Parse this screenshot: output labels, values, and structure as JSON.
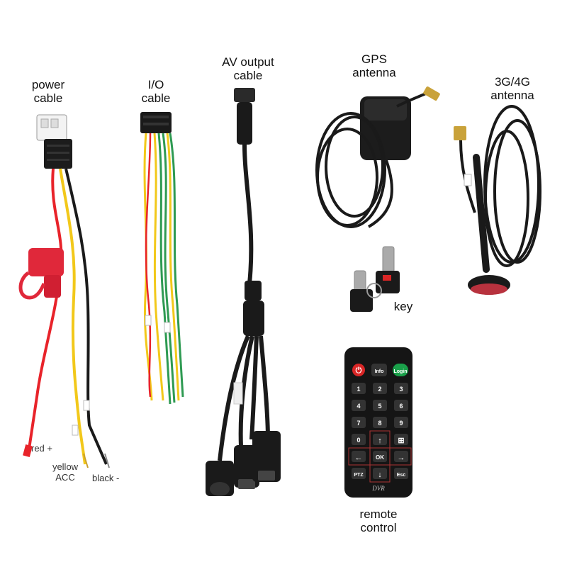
{
  "labels": {
    "power_cable": "power\ncable",
    "io_cable": "I/O\ncable",
    "av_cable": "AV output\ncable",
    "gps_antenna": "GPS\nantenna",
    "g4_antenna": "3G/4G\nantenna",
    "key": "key",
    "remote_control": "remote\ncontrol",
    "red_plus": "red +",
    "yellow_acc": "yellow\nACC",
    "black_minus": "black -"
  },
  "remote": {
    "buttons_top": [
      "Info",
      "Login"
    ],
    "digits": [
      "1",
      "2",
      "3",
      "4",
      "5",
      "6",
      "7",
      "8",
      "9",
      "0"
    ],
    "ok": "OK",
    "ptz": "PTZ",
    "esc": "Esc",
    "brand": "DVR"
  },
  "colors": {
    "cable_black": "#1a1a1a",
    "wire_red": "#e8232a",
    "wire_yellow": "#f2c81a",
    "wire_green": "#2e9a52",
    "fuse_red": "#e0283a",
    "remote_body": "#151515",
    "power_btn": "#d92626",
    "login_btn": "#1aa04a"
  }
}
